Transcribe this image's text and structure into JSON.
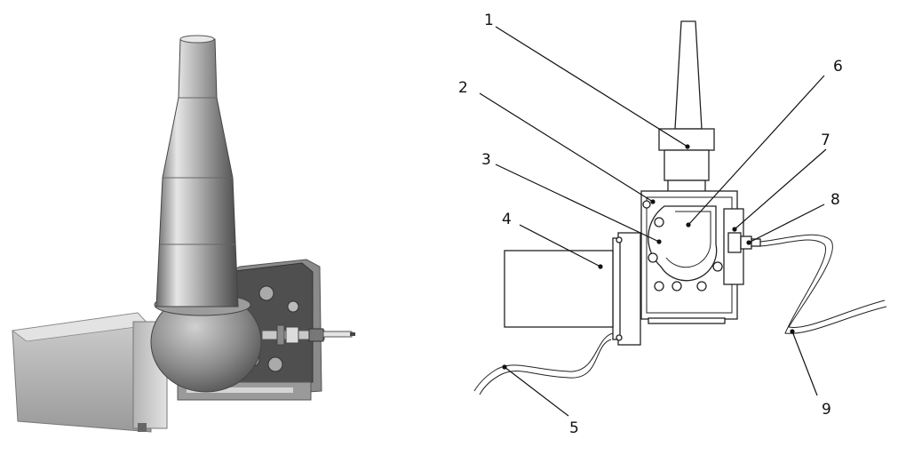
{
  "figure": {
    "callouts": [
      {
        "id": "1",
        "text": "1"
      },
      {
        "id": "2",
        "text": "2"
      },
      {
        "id": "3",
        "text": "3"
      },
      {
        "id": "4",
        "text": "4"
      },
      {
        "id": "5",
        "text": "5"
      },
      {
        "id": "6",
        "text": "6"
      },
      {
        "id": "7",
        "text": "7"
      },
      {
        "id": "8",
        "text": "8"
      },
      {
        "id": "9",
        "text": "9"
      }
    ],
    "colors": {
      "metal_light": "#d8d8d8",
      "metal_mid": "#a6a6a6",
      "metal_dark": "#5c5c5c",
      "line": "#222222"
    }
  }
}
